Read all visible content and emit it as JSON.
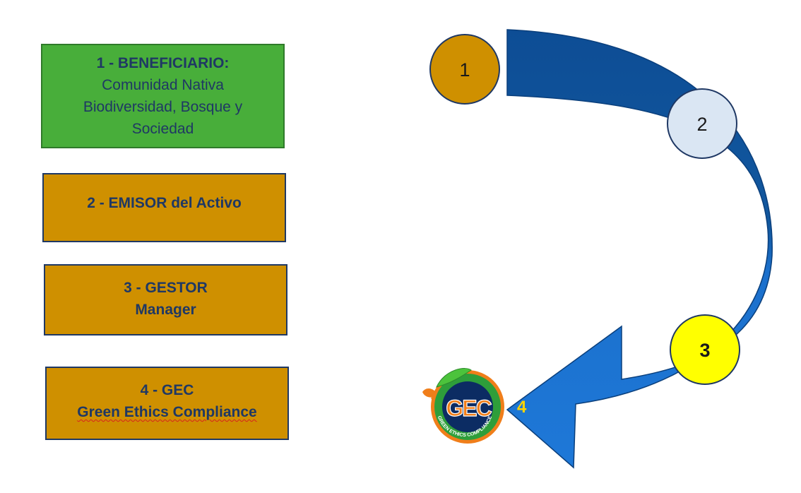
{
  "boxes": [
    {
      "lines": [
        "1 - BENEFICIARIO:",
        "Comunidad Nativa",
        "Biodiversidad, Bosque y",
        "Sociedad"
      ],
      "color": "#48ae3a"
    },
    {
      "lines": [
        "2 - EMISOR del Activo"
      ],
      "color": "#cf9000"
    },
    {
      "lines": [
        "3 - GESTOR",
        "Manager"
      ],
      "color": "#cf9000"
    },
    {
      "lines": [
        "4 - GEC",
        "Green Ethics Compliance"
      ],
      "color": "#cf9000"
    }
  ],
  "circles": [
    {
      "label": "1",
      "color": "#cf9000"
    },
    {
      "label": "2",
      "color": "#dae6f3"
    },
    {
      "label": "3",
      "color": "#ffff00"
    }
  ],
  "step4_label": "4",
  "logo": {
    "text": "GEC",
    "ring_text": "GREEN ETHICS COMPLIANCE"
  },
  "colors": {
    "arrow_dark": "#10509a",
    "arrow_light": "#1e78d8",
    "label4": "#ffd400",
    "logo_orange": "#f07e1a",
    "logo_green": "#3aa635"
  }
}
